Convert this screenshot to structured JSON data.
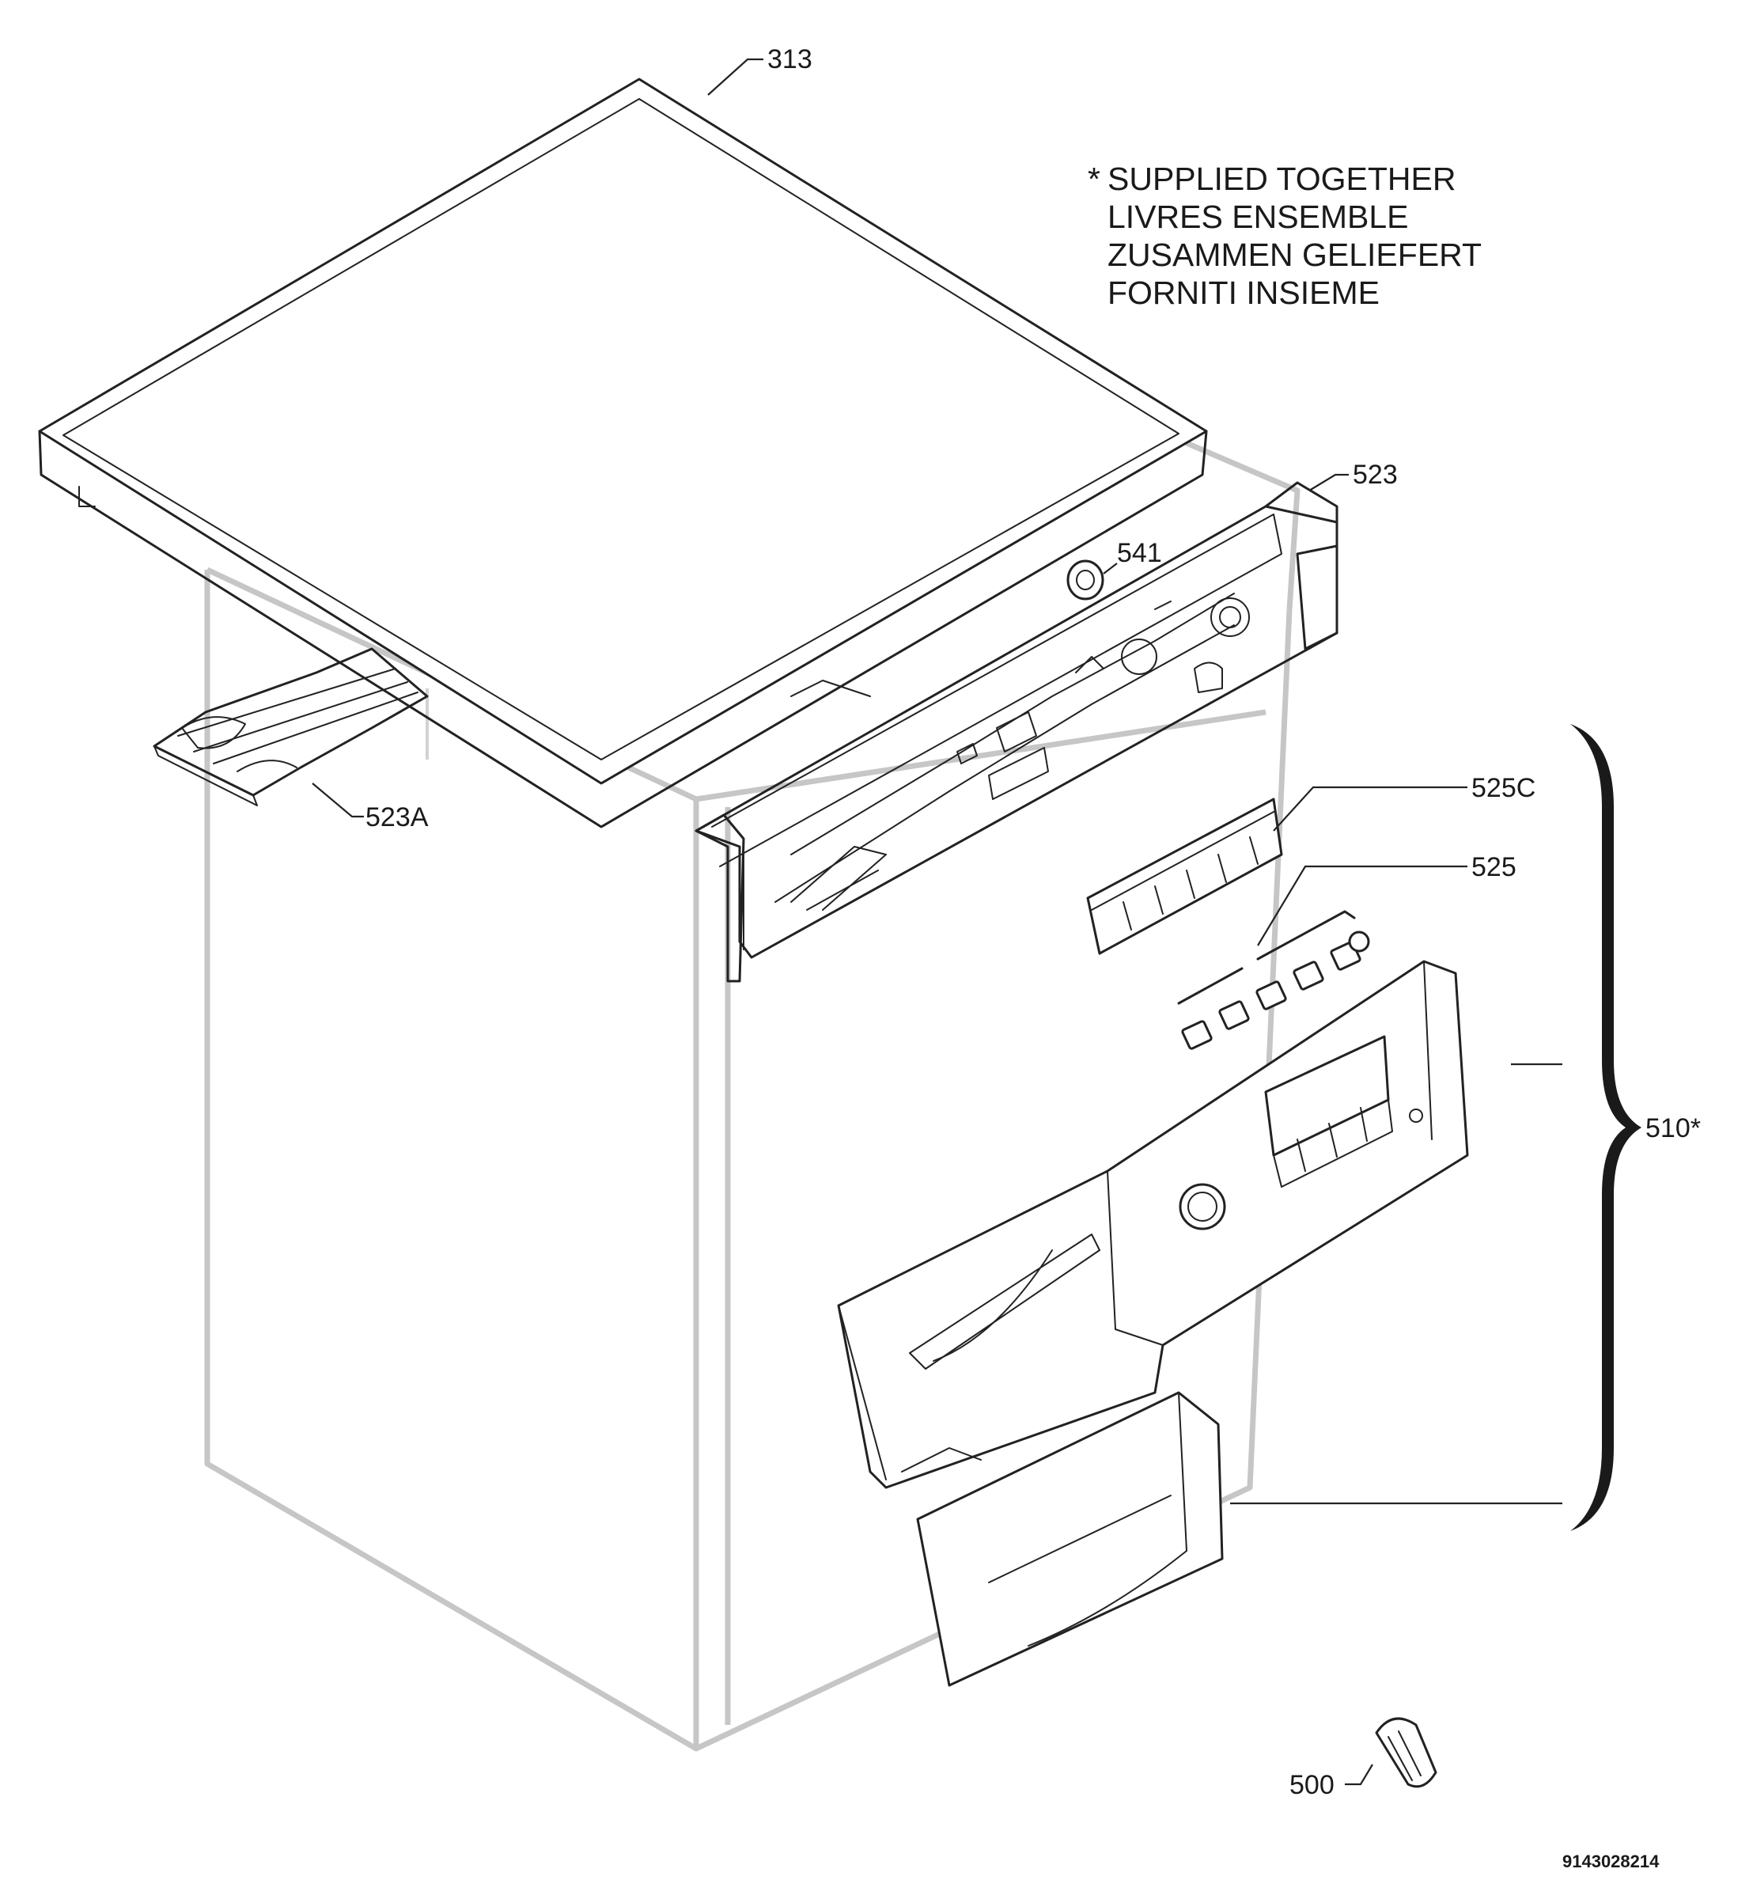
{
  "note": {
    "marker": "*",
    "lines": [
      "SUPPLIED TOGETHER",
      "LIVRES ENSEMBLE",
      "ZUSAMMEN GELIEFERT",
      "FORNITI INSIEME"
    ]
  },
  "callouts": {
    "c313": "313",
    "c523": "523",
    "c541": "541",
    "c523a": "523A",
    "c525c": "525C",
    "c525": "525",
    "c510": "510*",
    "c500": "500"
  },
  "document_number": "9143028214"
}
